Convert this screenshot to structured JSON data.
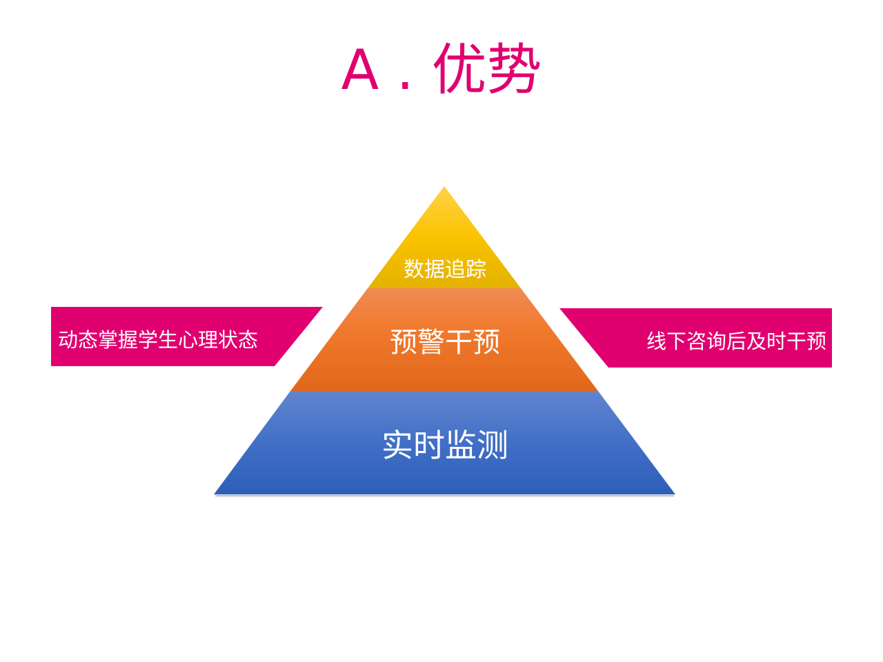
{
  "title": "A . 优势",
  "pyramid": {
    "top": "数据追踪",
    "middle": "预警干预",
    "bottom": "实时监测"
  },
  "callouts": {
    "left": "动态掌握学生心理状态",
    "right": "线下咨询后及时干预"
  },
  "colors": {
    "accent": "#e0006f",
    "top_layer": "#f7c200",
    "middle_layer": "#ee7a2c",
    "bottom_layer": "#3f6fc8"
  }
}
